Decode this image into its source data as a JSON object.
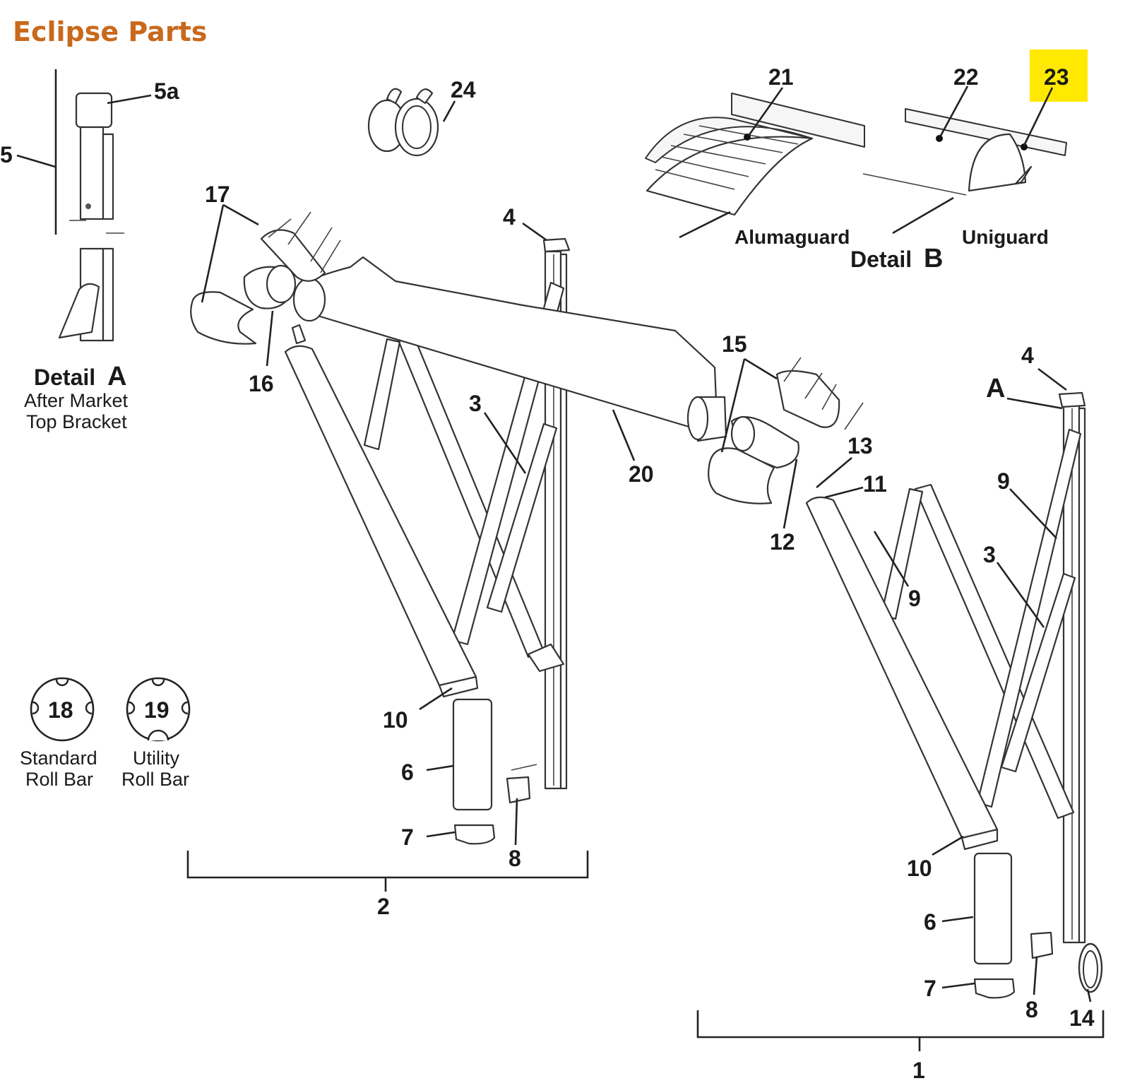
{
  "title": "Eclipse Parts",
  "colors": {
    "title": "#c8691c",
    "highlight": "#ffe900",
    "line": "#222222"
  },
  "detail_a": {
    "heading_word": "Detail",
    "heading_letter": "A",
    "line1": "After Market",
    "line2": "Top Bracket"
  },
  "detail_b": {
    "heading_word": "Detail",
    "heading_letter": "B",
    "alumaguard": "Alumaguard",
    "uniguard": "Uniguard"
  },
  "roll_bars": [
    {
      "number": "18",
      "line1": "Standard",
      "line2": "Roll Bar"
    },
    {
      "number": "19",
      "line1": "Utility",
      "line2": "Roll Bar"
    }
  ],
  "callouts": {
    "c1": "1",
    "c2": "2",
    "c3a": "3",
    "c3b": "3",
    "c4a": "4",
    "c4b": "4",
    "c5": "5",
    "c5a": "5a",
    "c6a": "6",
    "c6b": "6",
    "c7a": "7",
    "c7b": "7",
    "c8a": "8",
    "c8b": "8",
    "c9a": "9",
    "c9b": "9",
    "c10a": "10",
    "c10b": "10",
    "c11": "11",
    "c12": "12",
    "c13": "13",
    "c14": "14",
    "c15": "15",
    "c16": "16",
    "c17": "17",
    "c20": "20",
    "c21": "21",
    "c22": "22",
    "c23": "23",
    "c24": "24",
    "cA": "A"
  }
}
